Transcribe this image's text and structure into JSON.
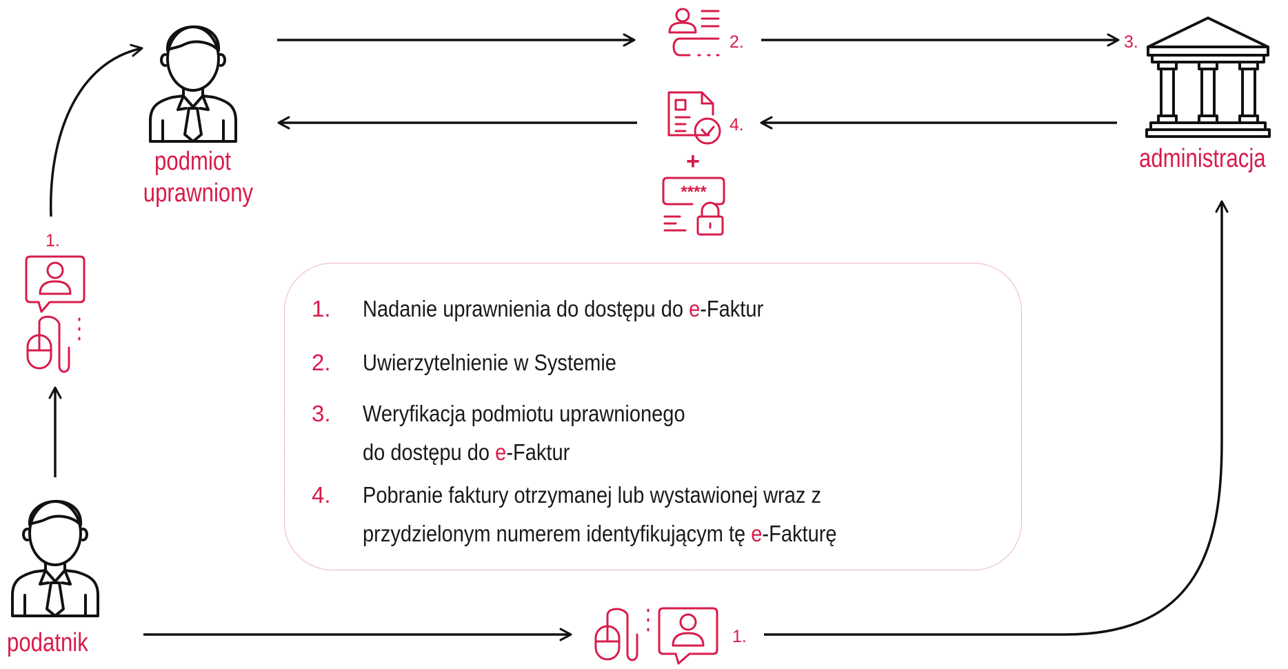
{
  "actors": {
    "authorized": [
      "podmiot",
      "uprawniony"
    ],
    "taxpayer": "podatnik",
    "administration": "administracja"
  },
  "step_markers": {
    "left_top": "1.",
    "bottom": "1.",
    "top_auth": "2.",
    "admin": "3.",
    "download": "4.",
    "plus": "+"
  },
  "legend": [
    {
      "num": "1.",
      "lines": [
        {
          "before": "Nadanie uprawnienia do dostępu do ",
          "accent": "e",
          "after": "-Faktur"
        }
      ]
    },
    {
      "num": "2.",
      "lines": [
        {
          "before": "Uwierzytelnienie w Systemie",
          "accent": "",
          "after": ""
        }
      ]
    },
    {
      "num": "3.",
      "lines": [
        {
          "before": "Weryfikacja podmiotu uprawnionego",
          "accent": "",
          "after": ""
        },
        {
          "before": "do dostępu do ",
          "accent": "e",
          "after": "-Faktur"
        }
      ]
    },
    {
      "num": "4.",
      "lines": [
        {
          "before": "Pobranie faktury otrzymanej lub wystawionej wraz z",
          "accent": "",
          "after": ""
        },
        {
          "before": "przydzielonym numerem identyfikującym tę ",
          "accent": "e",
          "after": "-Fakturę"
        }
      ]
    }
  ],
  "colors": {
    "accent": "#d81b4a",
    "line": "#111111"
  },
  "icons": [
    "person-icon",
    "bank-building-icon",
    "auth-list-icon",
    "document-check-icon",
    "password-lock-icon",
    "mouse-chat-profile-icon"
  ]
}
